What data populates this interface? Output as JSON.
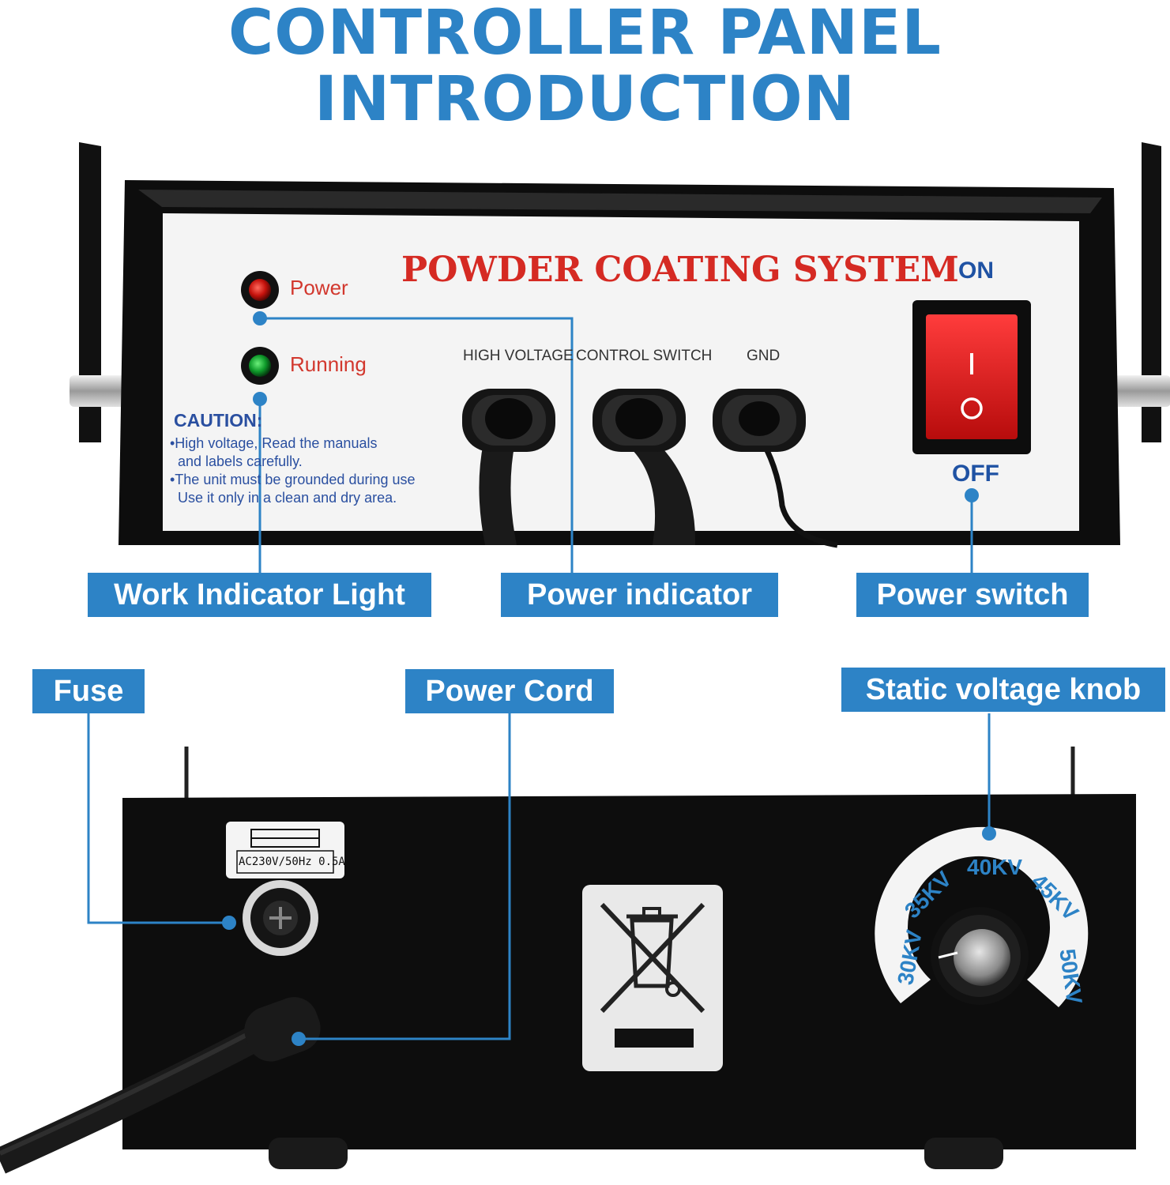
{
  "title": {
    "line1": "CONTROLLER PANEL",
    "line2": "INTRODUCTION"
  },
  "front_panel": {
    "system_title": "POWDER COATING SYSTEM",
    "power_lamp_label": "Power",
    "running_lamp_label": "Running",
    "ports": [
      "HIGH VOLTAGE",
      "CONTROL SWITCH",
      "GND"
    ],
    "switch_on_label": "ON",
    "switch_off_label": "OFF",
    "switch_on_symbol": "I",
    "switch_off_symbol": "O",
    "caution_heading": "CAUTION:",
    "caution_lines": [
      "•High voltage, Read the manuals",
      "  and labels carefully.",
      "•The unit must be grounded during use",
      "  Use it only in a clean and dry area."
    ]
  },
  "back_panel": {
    "fuse_rating": "AC230V/50Hz 0.5A",
    "kv_scale": [
      "30KV",
      "35KV",
      "40KV",
      "45KV",
      "50KV"
    ]
  },
  "callouts": {
    "work_indicator": "Work Indicator Light",
    "power_indicator": "Power indicator",
    "power_switch": "Power switch",
    "fuse": "Fuse",
    "power_cord": "Power Cord",
    "static_voltage_knob": "Static voltage knob"
  },
  "colors": {
    "accent_blue": "#2d83c6",
    "warning_red": "#d52a23",
    "panel_black": "#0d0d0d"
  }
}
